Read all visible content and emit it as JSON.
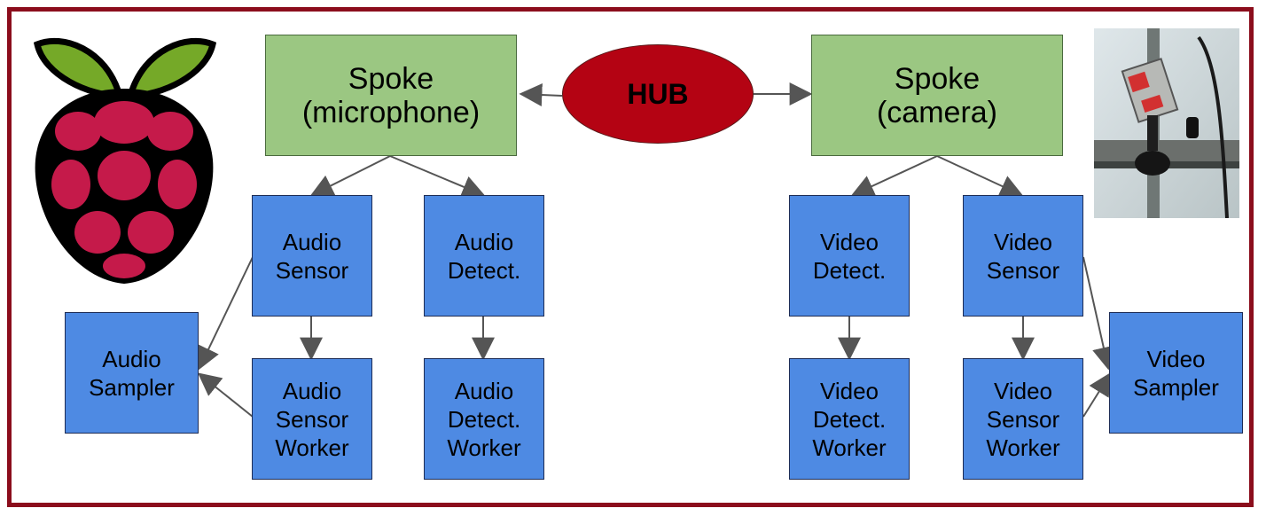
{
  "hub": {
    "label": "HUB"
  },
  "spokes": {
    "microphone": "Spoke\n(microphone)",
    "camera": "Spoke\n(camera)"
  },
  "audio": {
    "sensor": "Audio\nSensor",
    "detect": "Audio\nDetect.",
    "sensor_worker": "Audio\nSensor\nWorker",
    "detect_worker": "Audio\nDetect.\nWorker",
    "sampler": "Audio\nSampler"
  },
  "video": {
    "detect": "Video\nDetect.",
    "sensor": "Video\nSensor",
    "detect_worker": "Video\nDetect.\nWorker",
    "sensor_worker": "Video\nSensor\nWorker",
    "sampler": "Video\nSampler"
  },
  "colors": {
    "frame": "#8b0d1c",
    "hub": "#b40313",
    "spoke": "#9bc782",
    "worker_box": "#4e8ae3",
    "arrow": "#555555",
    "raspberry": "#c51a4a",
    "leaf": "#75a928"
  },
  "images": {
    "logo": "raspberry-pi-logo",
    "photo": "camera-mounted-on-window-frame"
  }
}
